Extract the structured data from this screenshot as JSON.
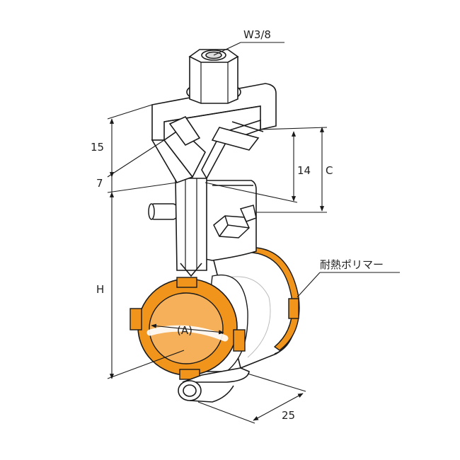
{
  "labels": {
    "thread": "W3/8",
    "dim_15": "15",
    "dim_7": "7",
    "dim_14": "14",
    "dim_c": "C",
    "dim_h": "H",
    "dim_a": "(A)",
    "dim_25": "25",
    "material": "耐熱ポリマー"
  },
  "colors": {
    "polymer": "#f0941c",
    "polymer_light": "#f5b059",
    "line": "#1a1a1a",
    "metal": "#ffffff"
  }
}
